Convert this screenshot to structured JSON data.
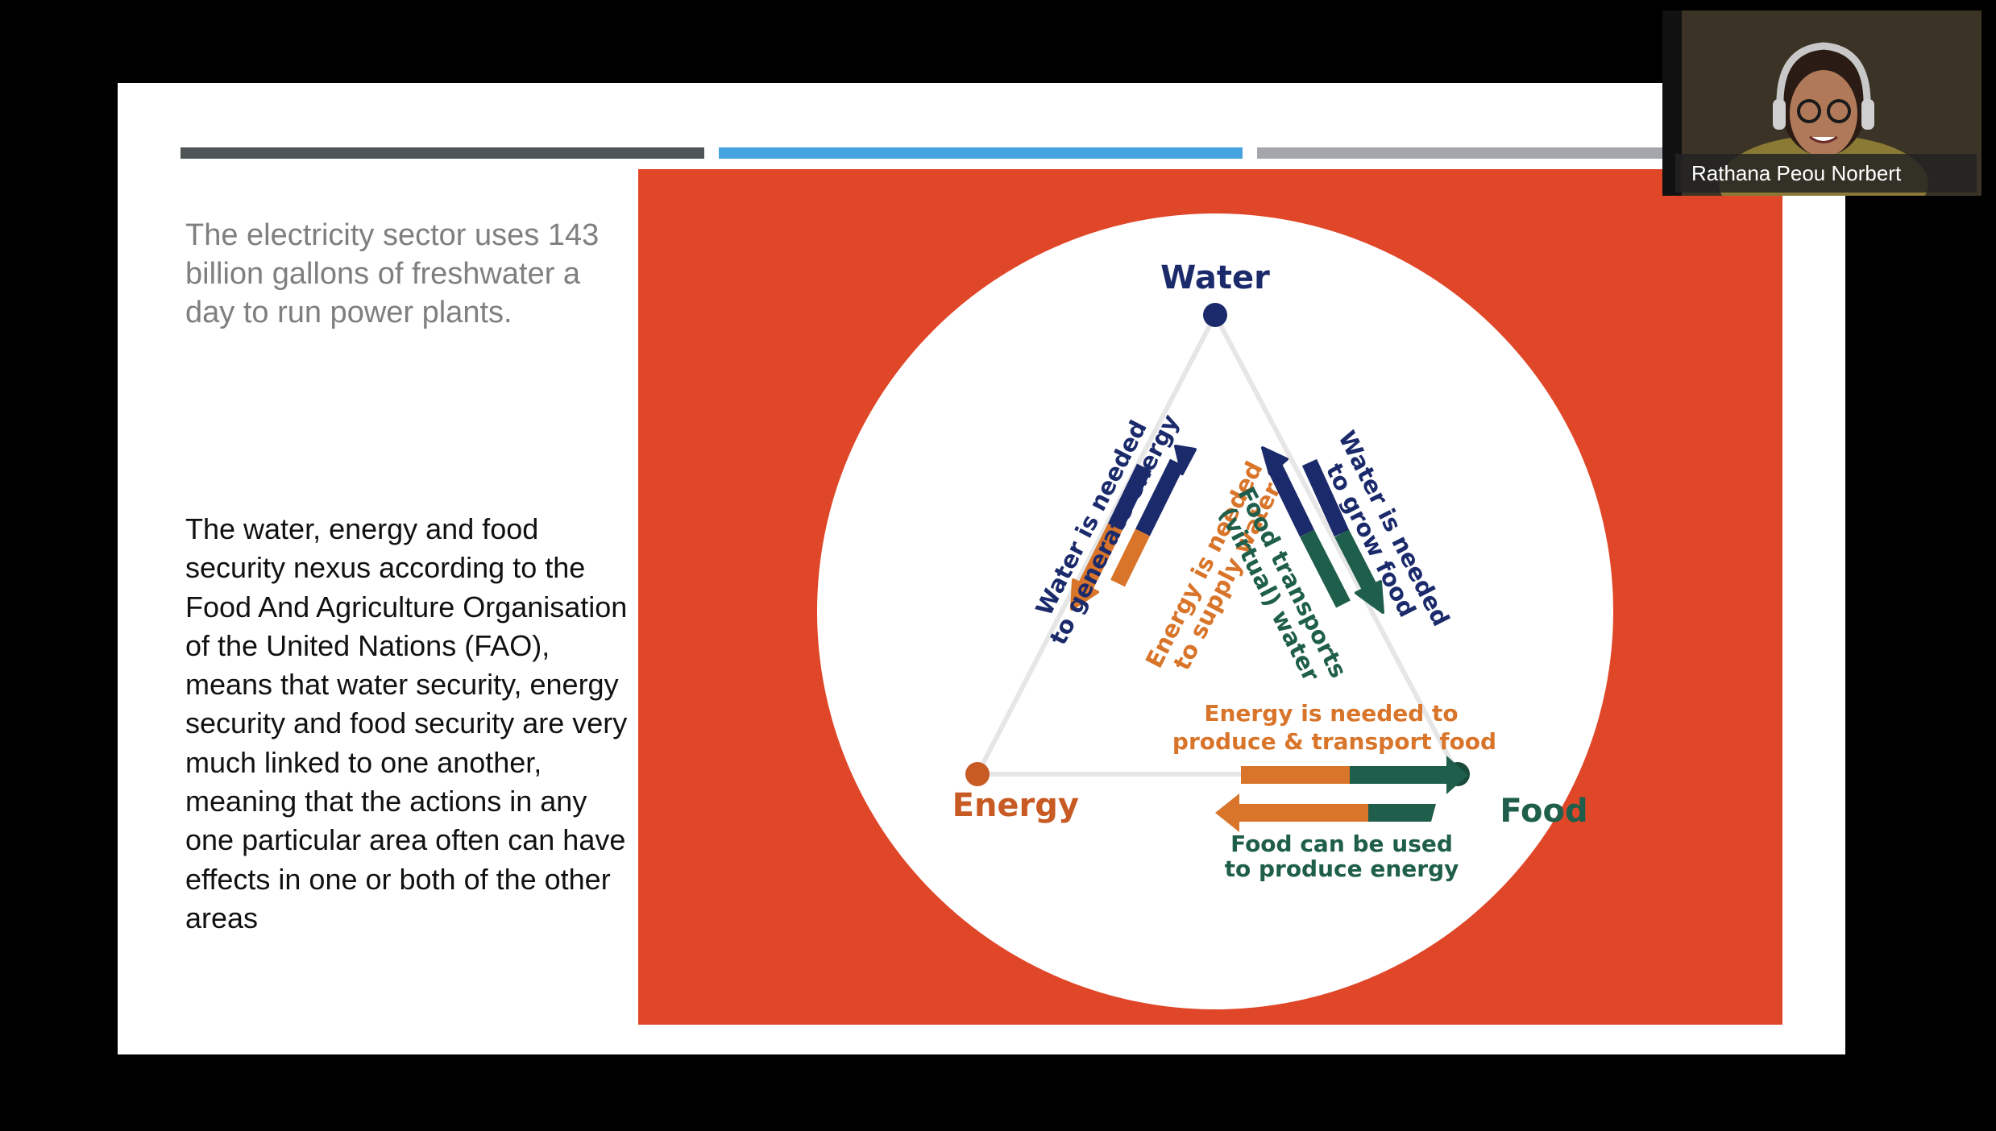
{
  "slide": {
    "fact_text": "The electricity sector uses 143 billion gallons of freshwater a day to run power plants.",
    "body_text": "The water, energy and food security nexus according to the Food And Agriculture Organisation of the United Nations (FAO), means that water security, energy security and food security are very much linked to one another, meaning that the actions in any one particular area often can have effects in one or both of the other areas"
  },
  "diagram": {
    "nodes": {
      "water": "Water",
      "energy": "Energy",
      "food": "Food"
    },
    "labels": {
      "water_energy_1": "Water is needed",
      "water_energy_2": "to generate energy",
      "energy_water_1": "Energy is needed",
      "energy_water_2": "to supply water",
      "water_food_1": "Water is needed",
      "water_food_2": "to grow food",
      "food_water_1": "Food transports",
      "food_water_2": "(virtual) water",
      "energy_food_1": "Energy is needed to",
      "energy_food_2": "produce & transport food",
      "food_energy_1": "Food can be used",
      "food_energy_2": "to produce energy"
    },
    "colors": {
      "background": "#e04628",
      "water": "#1b2a6b",
      "energy": "#d8752a",
      "food": "#1e5e4a",
      "energy_dot": "#c85a24",
      "food_dot": "#1a4a3a"
    }
  },
  "webcam": {
    "participant_name": "Rathana Peou Norbert"
  }
}
